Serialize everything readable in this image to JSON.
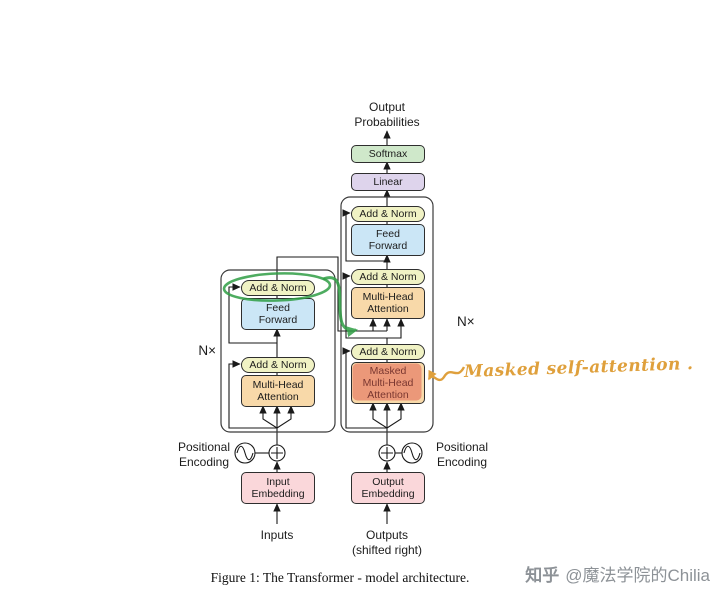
{
  "figure": {
    "output_probabilities": "Output\nProbabilities",
    "softmax": "Softmax",
    "linear": "Linear",
    "add_norm": "Add & Norm",
    "feed_forward": "Feed\nForward",
    "multi_head_attention": "Multi-Head\nAttention",
    "masked_multi_head_attention": "Masked\nMulti-Head\nAttention",
    "n_x_encoder": "N×",
    "n_x_decoder": "N×",
    "positional_encoding_left": "Positional\nEncoding",
    "positional_encoding_right": "Positional\nEncoding",
    "input_embedding": "Input\nEmbedding",
    "output_embedding": "Output\nEmbedding",
    "inputs": "Inputs",
    "outputs": "Outputs\n(shifted right)",
    "caption": "Figure 1: The Transformer - model architecture."
  },
  "annotation": {
    "masked_self_attention": "Masked self-attention ."
  },
  "watermark": {
    "logo": "知乎",
    "handle": "@魔法学院的Chilia"
  },
  "colors": {
    "add_norm_fill": "#f0f2c4",
    "feed_forward_fill": "#cbe6f6",
    "attention_fill": "#f8d9a9",
    "softmax_fill": "#cfe8ca",
    "linear_fill": "#ded4ec",
    "embedding_fill": "#fad7da",
    "annotation_green": "#2f9e44",
    "annotation_orange": "#dfa03c",
    "highlight_red": "#dd5244"
  }
}
